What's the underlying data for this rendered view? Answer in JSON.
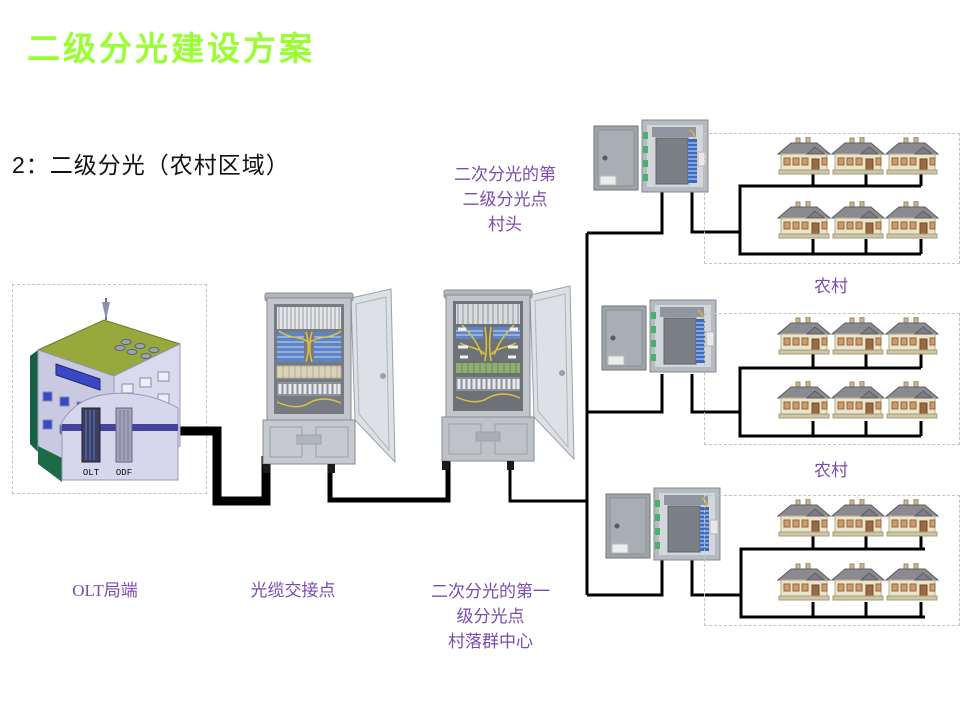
{
  "slide": {
    "title": "二级分光建设方案",
    "subtitle": "2：二级分光（农村区域）"
  },
  "colors": {
    "title_green": "#99FF33",
    "label_purple": "#7B4BAE",
    "cable_black": "#000000"
  },
  "labels": {
    "second_stage_splitter": [
      "二次分光的第",
      "二级分光点",
      "村头"
    ],
    "first_stage_splitter": [
      "二次分光的第一",
      "级分光点",
      "村落群中心"
    ],
    "olt_office": "OLT局端",
    "fiber_cross_connect": "光缆交接点",
    "villages": [
      "农村",
      "农村"
    ]
  },
  "building": {
    "rack_labels": [
      "OLT",
      "ODF"
    ]
  },
  "house_groups": [
    {
      "id": "village-top",
      "rows": 2,
      "cols": 3,
      "houses": 6
    },
    {
      "id": "village-middle",
      "rows": 2,
      "cols": 3,
      "houses": 6
    },
    {
      "id": "village-bottom",
      "rows": 2,
      "cols": 3,
      "houses": 6
    }
  ]
}
